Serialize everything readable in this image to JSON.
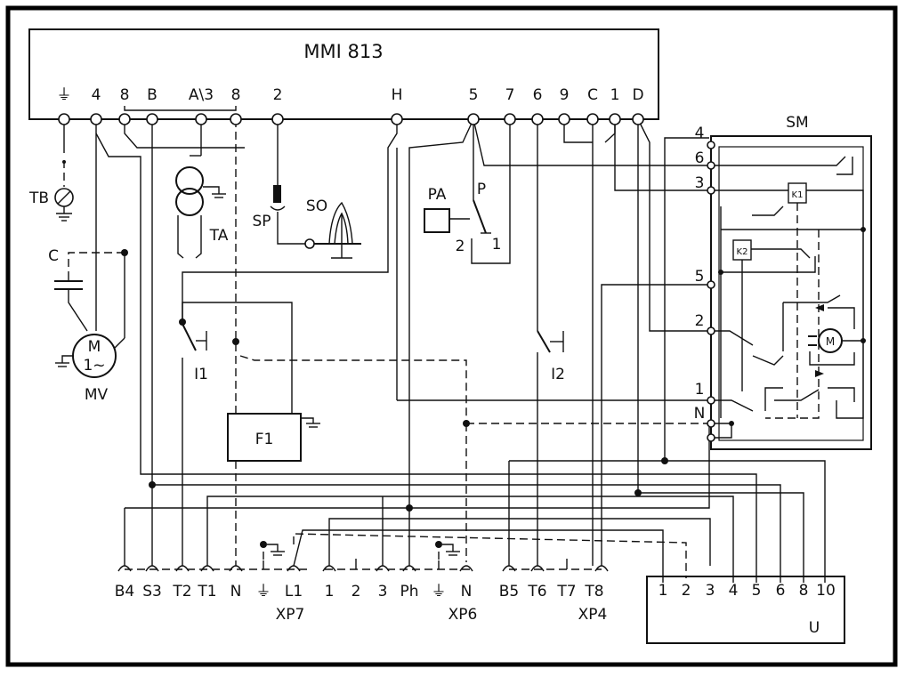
{
  "title": "MMI 813",
  "top_terminals": [
    "⏚",
    "4",
    "8",
    "B",
    "A\\3",
    "8",
    "2",
    "H",
    "5",
    "7",
    "6",
    "9",
    "C",
    "1",
    "D"
  ],
  "components": {
    "tb": "TB",
    "c": "C",
    "motor_m": "M",
    "motor_phase": "1~",
    "mv": "MV",
    "ta": "TA",
    "sp": "SP",
    "so": "SO",
    "pa": "PA",
    "p": "P",
    "p_contact_2": "2",
    "p_contact_1": "1",
    "i1": "I1",
    "i2": "I2",
    "f1": "F1",
    "sm": "SM",
    "k1": "K1",
    "k2": "K2",
    "sm_motor": "M",
    "u": "U"
  },
  "sm_terminals": [
    "4",
    "6",
    "3",
    "5",
    "2",
    "1",
    "N"
  ],
  "connectors": {
    "xp7": {
      "name": "XP7",
      "pins": [
        "B4",
        "S3",
        "T2",
        "T1",
        "N",
        "⏚",
        "L1"
      ]
    },
    "xp6": {
      "name": "XP6",
      "pins": [
        "1",
        "2",
        "3",
        "Ph",
        "⏚",
        "N"
      ]
    },
    "xp4": {
      "name": "XP4",
      "pins": [
        "B5",
        "T6",
        "T7",
        "T8"
      ]
    }
  },
  "u_terminals": [
    "1",
    "2",
    "3",
    "4",
    "5",
    "6",
    "8",
    "10"
  ]
}
